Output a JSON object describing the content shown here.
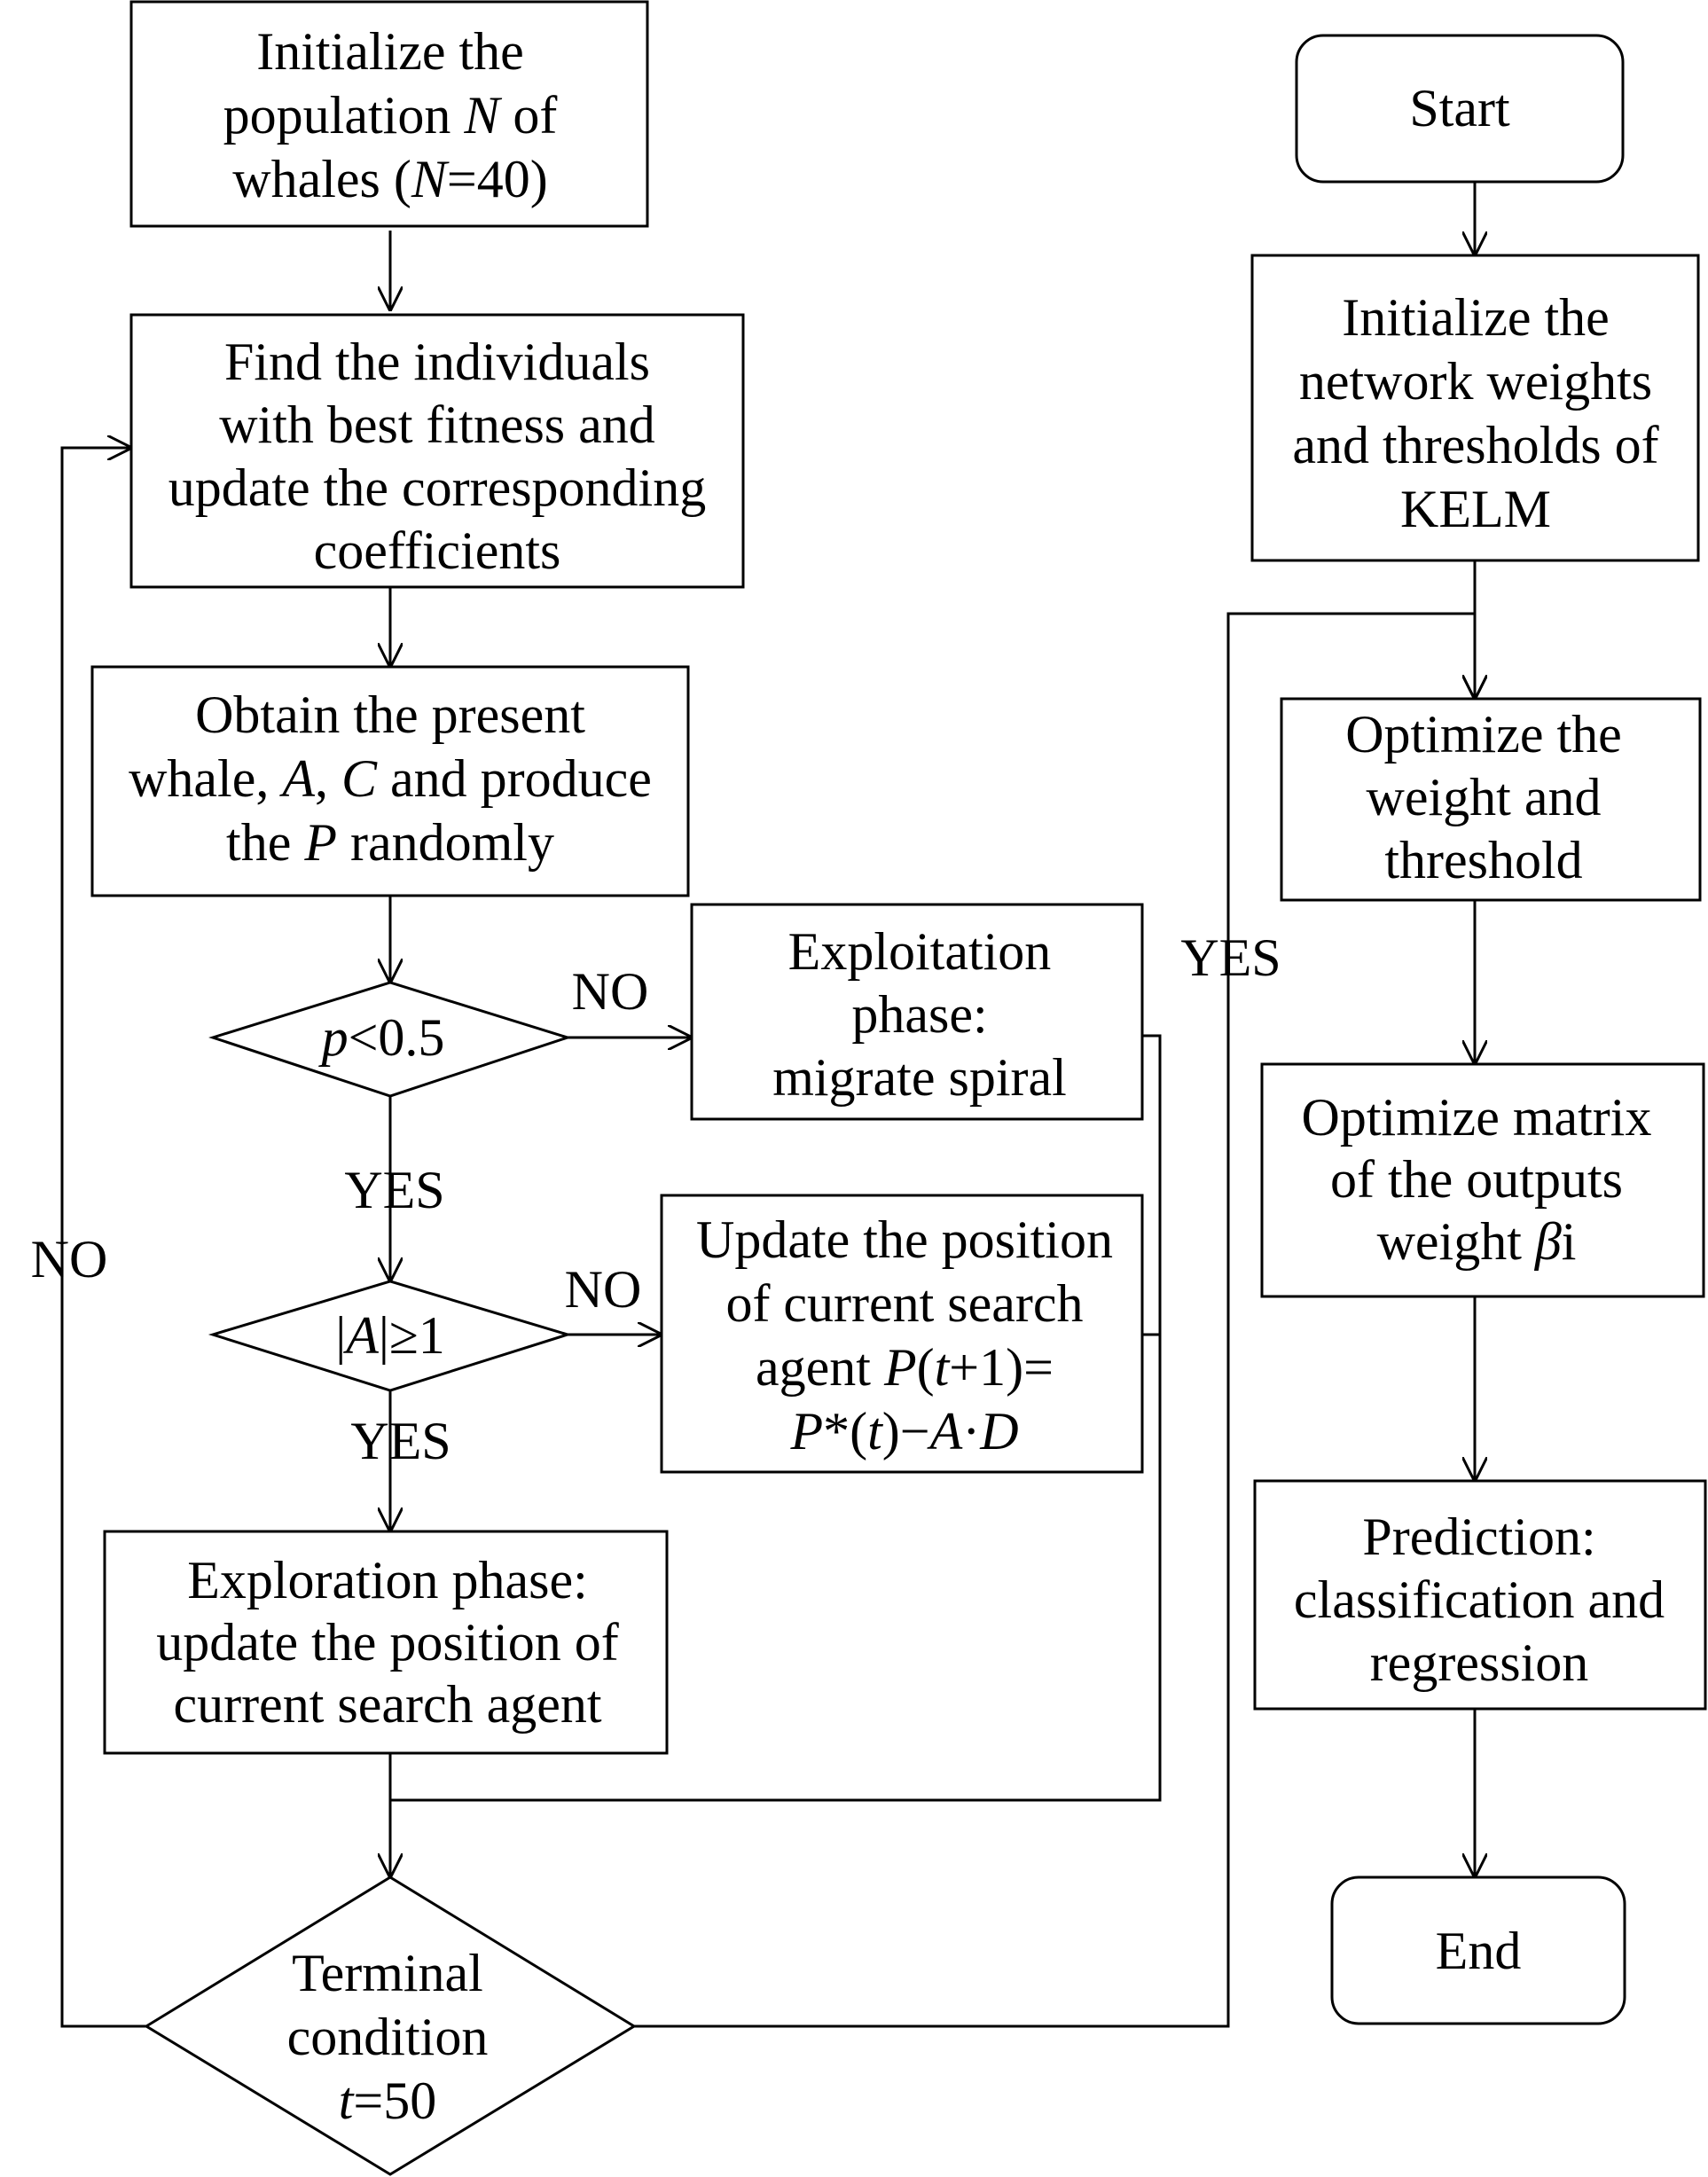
{
  "nodes": {
    "init_population": {
      "lines": [
        [
          {
            "t": "Initialize the"
          }
        ],
        [
          {
            "t": "population "
          },
          {
            "t": "N",
            "i": true
          },
          {
            "t": " of"
          }
        ],
        [
          {
            "t": "whales ("
          },
          {
            "t": "N",
            "i": true
          },
          {
            "t": "=40)"
          }
        ]
      ]
    },
    "find_best": {
      "lines": [
        [
          {
            "t": "Find the individuals"
          }
        ],
        [
          {
            "t": "with best fitness and"
          }
        ],
        [
          {
            "t": "update the corresponding"
          }
        ],
        [
          {
            "t": "coefficients"
          }
        ]
      ]
    },
    "obtain_whale": {
      "lines": [
        [
          {
            "t": "Obtain the present"
          }
        ],
        [
          {
            "t": "whale, "
          },
          {
            "t": "A",
            "i": true
          },
          {
            "t": ", "
          },
          {
            "t": "C",
            "i": true
          },
          {
            "t": " and produce"
          }
        ],
        [
          {
            "t": "the "
          },
          {
            "t": "P",
            "i": true
          },
          {
            "t": " randomly"
          }
        ]
      ]
    },
    "decision_p": {
      "lines": [
        [
          {
            "t": "p",
            "i": true
          },
          {
            "t": "<0.5"
          }
        ]
      ]
    },
    "exploitation": {
      "lines": [
        [
          {
            "t": "Exploitation"
          }
        ],
        [
          {
            "t": "phase:"
          }
        ],
        [
          {
            "t": "migrate spiral"
          }
        ]
      ]
    },
    "decision_a": {
      "lines": [
        [
          {
            "t": "|"
          },
          {
            "t": "A",
            "i": true
          },
          {
            "t": "|≥1"
          }
        ]
      ]
    },
    "update_position": {
      "lines": [
        [
          {
            "t": "Update the position"
          }
        ],
        [
          {
            "t": "of current search"
          }
        ],
        [
          {
            "t": "agent "
          },
          {
            "t": "P",
            "i": true
          },
          {
            "t": "("
          },
          {
            "t": "t",
            "i": true
          },
          {
            "t": "+1)="
          }
        ],
        [
          {
            "t": "P",
            "i": true
          },
          {
            "t": "*("
          },
          {
            "t": "t",
            "i": true
          },
          {
            "t": ")−"
          },
          {
            "t": "A",
            "i": true
          },
          {
            "t": "·"
          },
          {
            "t": "D",
            "i": true
          }
        ]
      ]
    },
    "exploration": {
      "lines": [
        [
          {
            "t": "Exploration phase:"
          }
        ],
        [
          {
            "t": "update the position of"
          }
        ],
        [
          {
            "t": "current search agent"
          }
        ]
      ]
    },
    "terminal": {
      "lines": [
        [
          {
            "t": "Terminal"
          }
        ],
        [
          {
            "t": "condition"
          }
        ],
        [
          {
            "t": "t",
            "i": true
          },
          {
            "t": "=50"
          }
        ]
      ]
    },
    "start": {
      "lines": [
        [
          {
            "t": "Start"
          }
        ]
      ]
    },
    "init_network": {
      "lines": [
        [
          {
            "t": "Initialize the"
          }
        ],
        [
          {
            "t": "network weights"
          }
        ],
        [
          {
            "t": "and thresholds of"
          }
        ],
        [
          {
            "t": "KELM"
          }
        ]
      ]
    },
    "optimize_weight": {
      "lines": [
        [
          {
            "t": "Optimize the"
          }
        ],
        [
          {
            "t": "weight and"
          }
        ],
        [
          {
            "t": "threshold"
          }
        ]
      ]
    },
    "optimize_matrix": {
      "lines": [
        [
          {
            "t": "Optimize matrix"
          }
        ],
        [
          {
            "t": "of the outputs"
          }
        ],
        [
          {
            "t": "weight "
          },
          {
            "t": "β",
            "i": true
          },
          {
            "t": "i"
          }
        ]
      ]
    },
    "prediction": {
      "lines": [
        [
          {
            "t": "Prediction:"
          }
        ],
        [
          {
            "t": "classification and"
          }
        ],
        [
          {
            "t": "regression"
          }
        ]
      ]
    },
    "end": {
      "lines": [
        [
          {
            "t": "End"
          }
        ]
      ]
    }
  },
  "edge_labels": {
    "p_no": "NO",
    "p_yes": "YES",
    "a_no": "NO",
    "a_yes": "YES",
    "terminal_no": "NO",
    "terminal_yes": "YES"
  }
}
